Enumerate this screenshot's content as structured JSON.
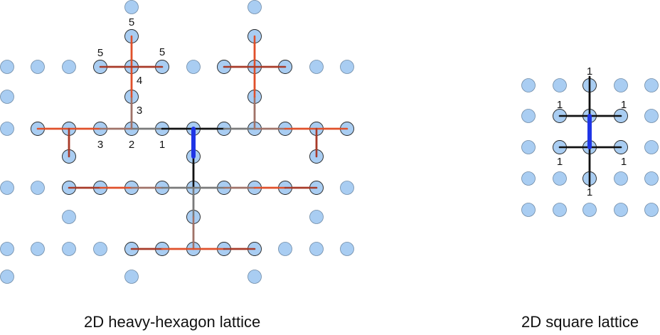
{
  "figure": {
    "heavy_hex_caption": "2D heavy-hexagon lattice",
    "square_caption": "2D square lattice"
  },
  "heavy_hex": {
    "distance_labels": [
      "5",
      "5",
      "5",
      "4",
      "3",
      "3",
      "2",
      "1"
    ]
  },
  "square": {
    "distance_labels": [
      "1",
      "1",
      "1",
      "1",
      "1",
      "1"
    ]
  },
  "colors": {
    "qubit_fill": "#a9cdf2",
    "qubit_stroke": "#6e8aa6",
    "center_edge": "#1f35e6",
    "distance_1": "#111111",
    "distance_2": "#7a7a7a",
    "distance_3": "#a07268",
    "distance_4": "#e0502a",
    "distance_5": "#a83a28"
  }
}
